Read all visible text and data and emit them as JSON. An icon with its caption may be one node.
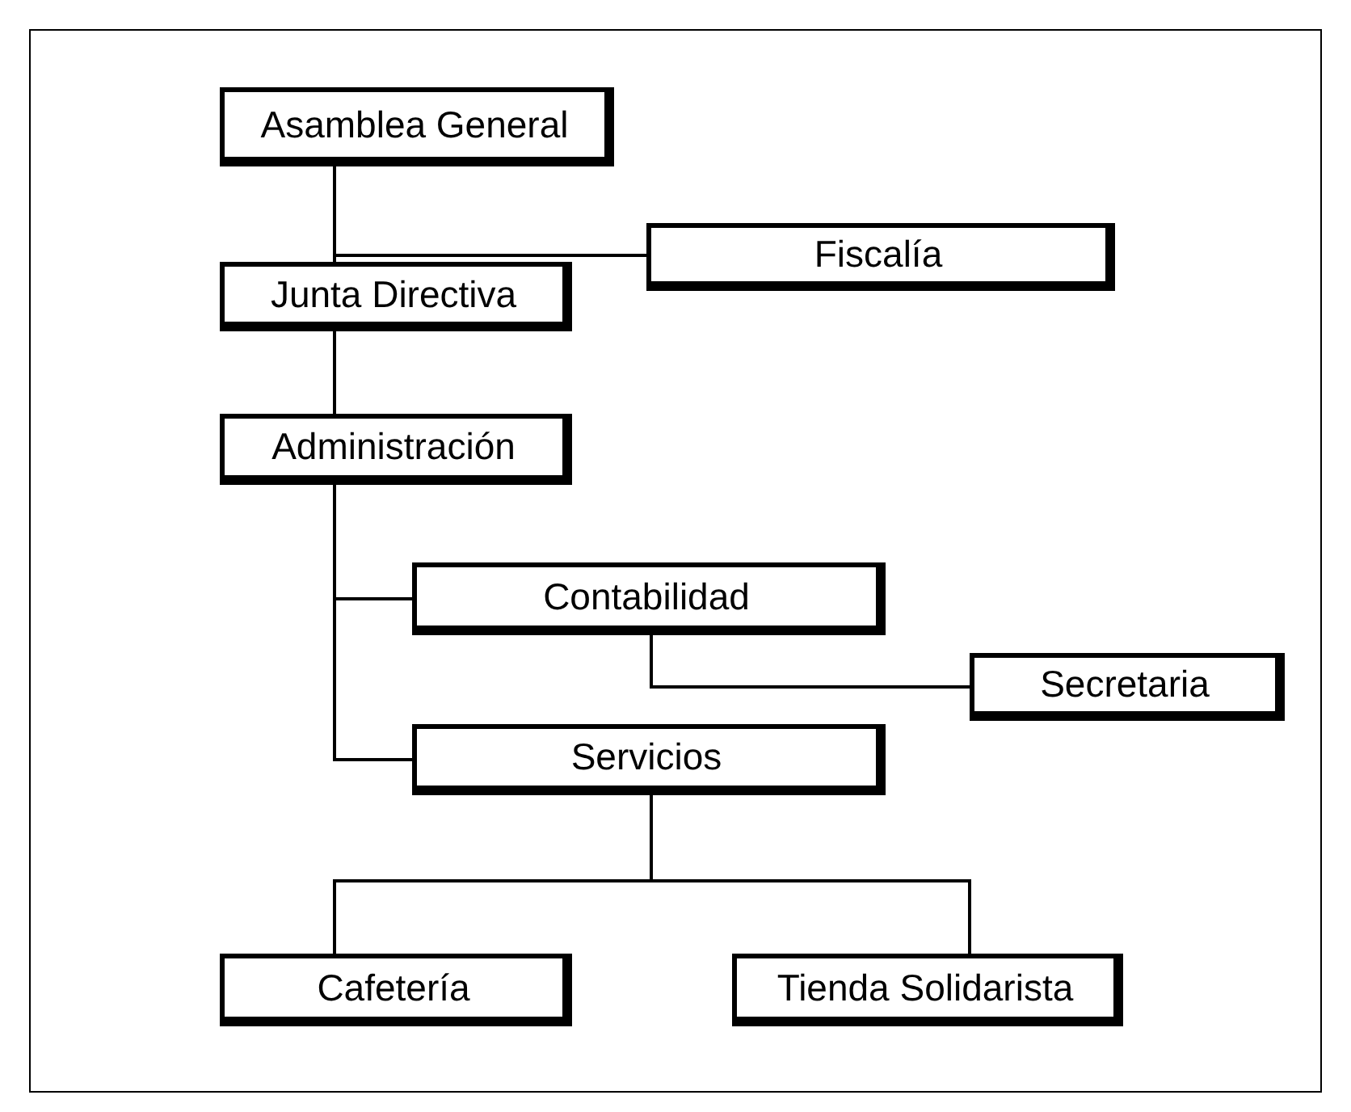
{
  "diagram": {
    "nodes": [
      {
        "text": [
          "Asamblea General"
        ]
      },
      {
        "text": [
          "Fiscalía"
        ]
      },
      {
        "text": [
          "Junta Directiva"
        ]
      },
      {
        "text": [
          "Administración"
        ]
      },
      {
        "text": [
          "Contabilidad"
        ]
      },
      {
        "text": [
          "Secretaria"
        ]
      },
      {
        "text": [
          "Servicios"
        ]
      },
      {
        "text": [
          "Cafetería"
        ]
      },
      {
        "text": [
          "Tienda Solidarista"
        ]
      }
    ],
    "edges": [
      {
        "from": 0,
        "to": 2,
        "arrow": "none"
      },
      {
        "from": 0,
        "to": 1,
        "arrow": "none"
      },
      {
        "from": 2,
        "to": 3,
        "arrow": "none"
      },
      {
        "from": 3,
        "to": 4,
        "arrow": "none"
      },
      {
        "from": 3,
        "to": 6,
        "arrow": "none"
      },
      {
        "from": 4,
        "to": 5,
        "arrow": "none"
      },
      {
        "from": 6,
        "to": 7,
        "arrow": "none"
      },
      {
        "from": 6,
        "to": 8,
        "arrow": "none"
      }
    ]
  }
}
